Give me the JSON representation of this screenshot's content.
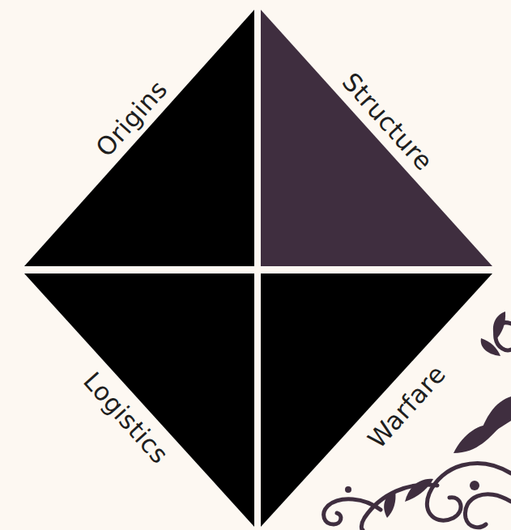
{
  "diagram": {
    "nodes": [
      {
        "text": [
          "Origins"
        ]
      },
      {
        "text": [
          "Structure"
        ]
      },
      {
        "text": [
          "Logistics"
        ]
      },
      {
        "text": [
          "Warfare"
        ]
      }
    ]
  }
}
